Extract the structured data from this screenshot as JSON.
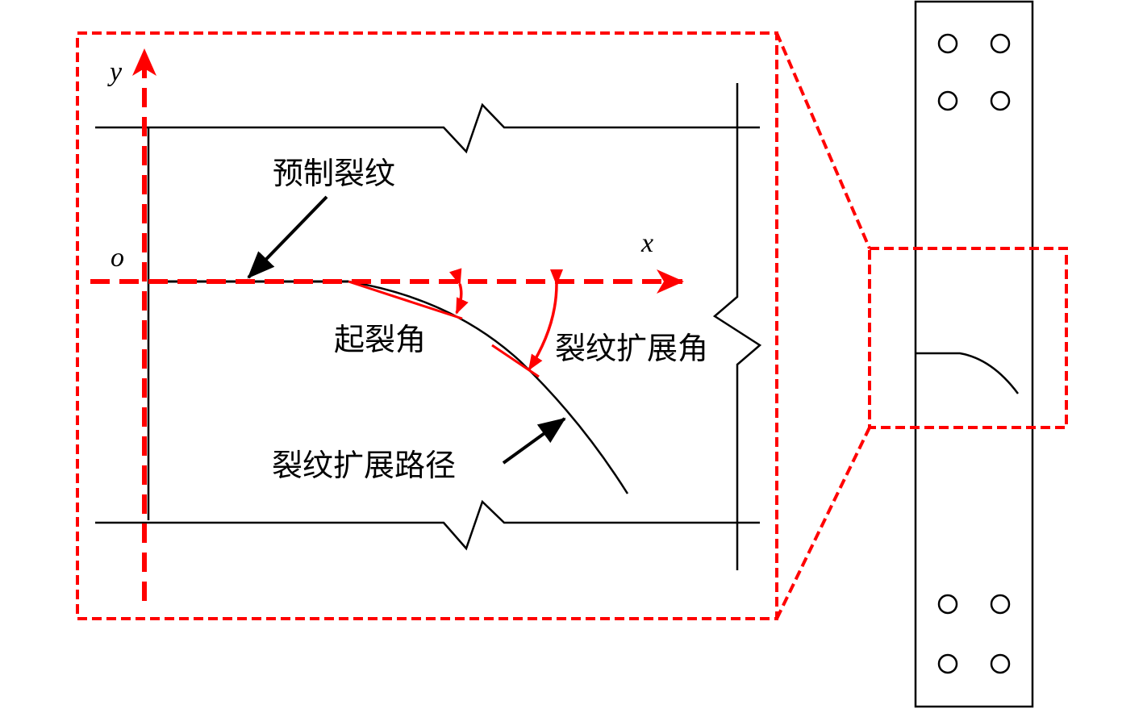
{
  "labels": {
    "axis_y": "y",
    "axis_x": "x",
    "origin": "o",
    "precrack": "预制裂纹",
    "initiation_angle": "起裂角",
    "propagation_angle": "裂纹扩展角",
    "propagation_path": "裂纹扩展路径"
  },
  "colors": {
    "accent": "#ff0000",
    "line": "#000000",
    "background": "#ffffff"
  }
}
